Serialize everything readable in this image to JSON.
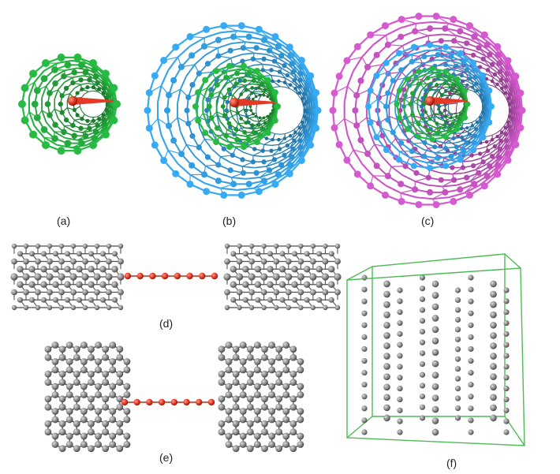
{
  "panels": [
    {
      "id": "a",
      "label": "(a)",
      "kind": "end-on view, single-wall nanotube with carbon chain"
    },
    {
      "id": "b",
      "label": "(b)",
      "kind": "end-on view, double-wall nanotube with carbon chain"
    },
    {
      "id": "c",
      "label": "(c)",
      "kind": "end-on view, triple-wall nanotube with carbon chain"
    },
    {
      "id": "d",
      "label": "(d)",
      "kind": "side view, carbon chain between two nanotube segments"
    },
    {
      "id": "e",
      "label": "(e)",
      "kind": "carbon chain between two graphene ribbons"
    },
    {
      "id": "f",
      "label": "(f)",
      "kind": "periodic box of parallel atomic chains"
    }
  ],
  "colors": {
    "shell_inner": "#22a33a",
    "shell_middle": "#2f94d4",
    "shell_outer": "#b94db4",
    "chain": "#e23a24",
    "carbon": "#7f7f7f",
    "box": "#4dbb55"
  },
  "structures": {
    "ab": {
      "inner_shells": [
        "shell_inner"
      ]
    },
    "b": {
      "shells": [
        "shell_middle",
        "shell_inner"
      ]
    },
    "c": {
      "shells": [
        "shell_outer",
        "shell_middle",
        "shell_inner"
      ]
    },
    "d": {
      "chain_atoms": 8
    },
    "e": {
      "chain_atoms": 8
    },
    "f": {
      "chain_columns": 9
    }
  }
}
